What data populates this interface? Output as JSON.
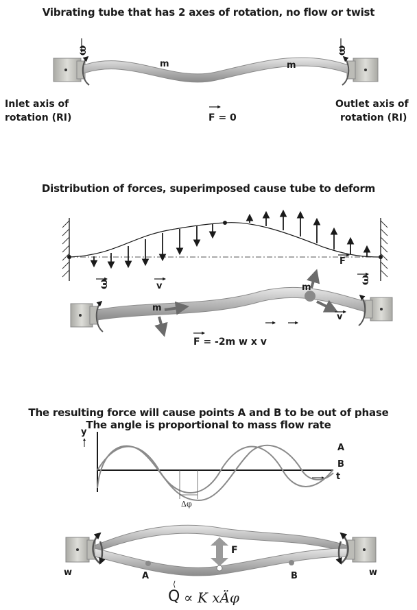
{
  "panel1": {
    "title": "Vibrating tube that has 2 axes of rotation, no flow or twist",
    "omega_left": "ω",
    "omega_right": "ω",
    "mass_left": "m",
    "mass_right": "m",
    "inlet_label_line1": "Inlet axis of",
    "inlet_label_line2": "rotation (RI)",
    "outlet_label_line1": "Outlet axis of",
    "outlet_label_line2": "rotation (RI)",
    "force_equation": "F = 0"
  },
  "panel2": {
    "title": "Distribution of forces, superimposed cause tube to deform",
    "force_label": "F",
    "omega_left": "ω",
    "omega_right": "ω",
    "v_top": "v",
    "mass_left": "m",
    "mass_right": "m",
    "v_right": "v",
    "force_equation": "F = -2m w x v"
  },
  "panel3": {
    "title_line1": "The resulting force will cause points A and B to be out of phase",
    "title_line2": "The angle is proportional to mass flow rate",
    "y_axis_label": "y",
    "t_axis_label": "t",
    "curve_a_label": "A",
    "curve_b_label": "B",
    "phase_label": "Δφ",
    "force_label": "F",
    "w_left": "w",
    "w_right": "w",
    "point_a": "A",
    "point_b": "B",
    "formula_q": "Q",
    "formula_rest": "∝ K xÄφ",
    "formula_accent": "⟨"
  },
  "colors": {
    "tube": "#b4b4b4",
    "block": "#c9c9c4",
    "arrow_dark": "#6b6b6b",
    "ink": "#1a1a1a"
  }
}
